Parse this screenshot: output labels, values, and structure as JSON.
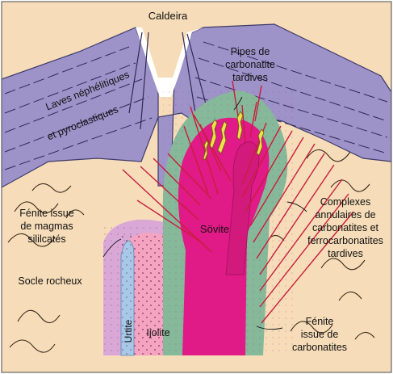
{
  "colors": {
    "background": "#ffffff",
    "socle": "#f6dcb8",
    "socle_lines": "#3a2a1a",
    "volcanic": "#9d93c9",
    "volcanic_lines": "#2f2a55",
    "fenite_halo": "#d9a8d6",
    "ijolite": "#f4a4c0",
    "urtite": "#a8c8e8",
    "green_fenite": "#86b89a",
    "sovite": "#e01a86",
    "dikes": "#c81e3c",
    "yellow_pipes": "#f0e14a"
  },
  "labels": {
    "caldeira": "Caldeira",
    "laves_line1": "Laves néphélitiques",
    "laves_line2": "et pyroclastiques",
    "pipes_line1": "Pipes de",
    "pipes_line2": "carbonatite",
    "pipes_line3": "tardives",
    "fenite_magmas_line1": "Fénite issue",
    "fenite_magmas_line2": "de magmas",
    "fenite_magmas_line3": "sililcatés",
    "socle": "Socle rocheux",
    "sovite": "Sövite",
    "urtite": "Urtite",
    "ijolite": "Ijolite",
    "complexes_line1": "Complexes",
    "complexes_line2": "annulaires de",
    "complexes_line3": "carbonatites et",
    "complexes_line4": "ferrocarbonatites",
    "complexes_line5": "tardives",
    "fenite_carb_line1": "Fénite",
    "fenite_carb_line2": "issue de",
    "fenite_carb_line3": "carbonatites"
  }
}
